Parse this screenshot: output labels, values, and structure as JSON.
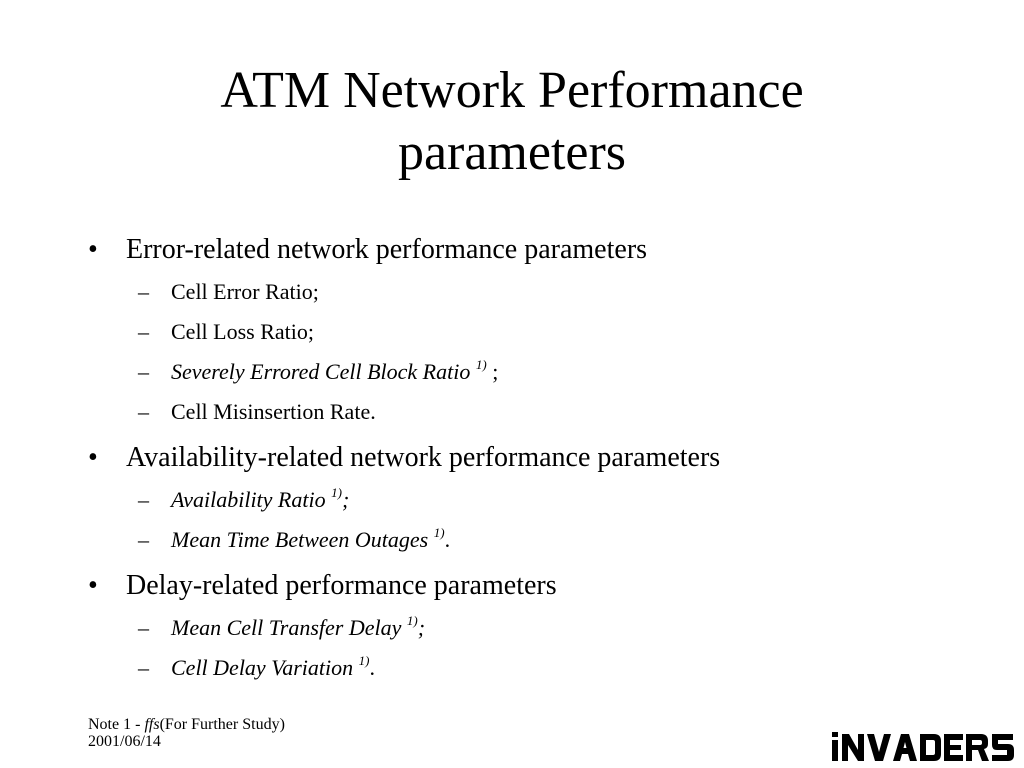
{
  "slide": {
    "title_line1": "ATM Network Performance",
    "title_line2": "parameters"
  },
  "bullets": {
    "bullet_symbol": "•",
    "dash_symbol": "–",
    "error": {
      "heading": "Error-related network performance parameters",
      "items": [
        {
          "text": "Cell Error Ratio;"
        },
        {
          "text": "Cell Loss Ratio;"
        },
        {
          "text": "Severely Errored Cell Block Ratio",
          "note": "1)",
          "tail": " ;"
        },
        {
          "text": "Cell Misinsertion Rate."
        }
      ]
    },
    "availability": {
      "heading": "Availability-related network performance parameters",
      "items": [
        {
          "text": "Availability Ratio",
          "note": "1)",
          "tail": ";"
        },
        {
          "text": "Mean Time Between Outages",
          "note": "1)",
          "tail": "."
        }
      ]
    },
    "delay": {
      "heading": "Delay-related performance parameters",
      "items": [
        {
          "text": "Mean Cell Transfer Delay",
          "note": "1)",
          "tail": ";"
        },
        {
          "text": "Cell Delay Variation",
          "note": "1)",
          "tail": "."
        }
      ]
    }
  },
  "footer": {
    "note_prefix": "Note 1 - ",
    "note_ffs": "ffs",
    "note_suffix": "(For Further Study)",
    "date": "2001/06/14"
  },
  "logo": {
    "text": "iNVADERS",
    "color": "#000000"
  }
}
